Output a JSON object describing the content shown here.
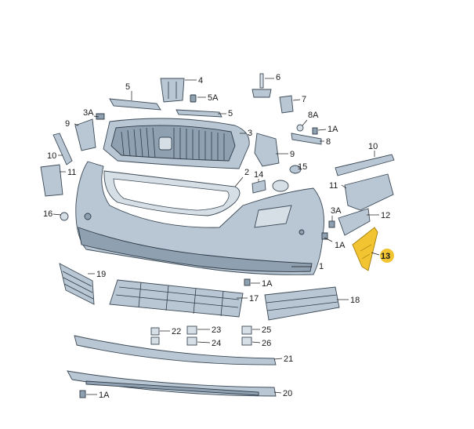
{
  "diagram": {
    "callouts": [
      {
        "label": "1"
      },
      {
        "label": "2"
      },
      {
        "label": "3"
      },
      {
        "label": "3A"
      },
      {
        "label": "4"
      },
      {
        "label": "5"
      },
      {
        "label": "5"
      },
      {
        "label": "5A"
      },
      {
        "label": "6"
      },
      {
        "label": "7"
      },
      {
        "label": "8A"
      },
      {
        "label": "1A"
      },
      {
        "label": "8"
      },
      {
        "label": "9"
      },
      {
        "label": "9"
      },
      {
        "label": "10"
      },
      {
        "label": "10"
      },
      {
        "label": "11"
      },
      {
        "label": "11"
      },
      {
        "label": "14"
      },
      {
        "label": "15"
      },
      {
        "label": "16"
      },
      {
        "label": "3A"
      },
      {
        "label": "12"
      },
      {
        "label": "1A"
      },
      {
        "label": "13",
        "highlighted": true
      },
      {
        "label": "19"
      },
      {
        "label": "1A"
      },
      {
        "label": "17"
      },
      {
        "label": "18"
      },
      {
        "label": "22"
      },
      {
        "label": "23"
      },
      {
        "label": "24"
      },
      {
        "label": "25"
      },
      {
        "label": "26"
      },
      {
        "label": "21"
      },
      {
        "label": "20"
      },
      {
        "label": "1A"
      }
    ],
    "highlight_color": "#f2c432"
  }
}
